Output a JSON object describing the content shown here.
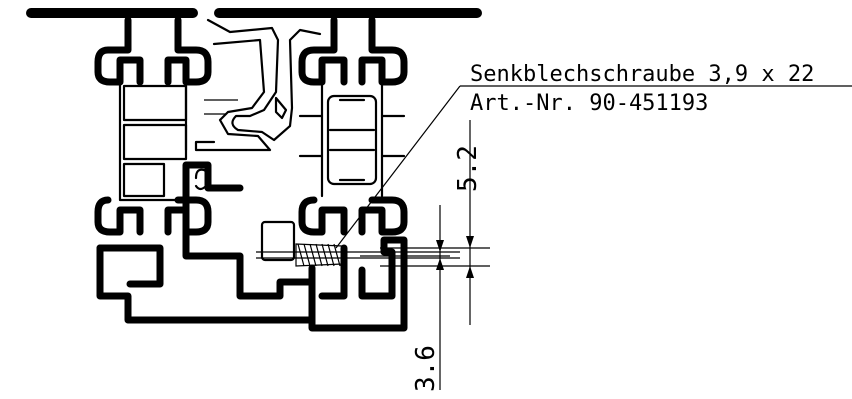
{
  "callout": {
    "line1": "Senkblechschraube 3,9 x 22",
    "line2": "Art.-Nr. 90-451193"
  },
  "dimensions": {
    "upper": "5.2",
    "lower": "3.6"
  }
}
